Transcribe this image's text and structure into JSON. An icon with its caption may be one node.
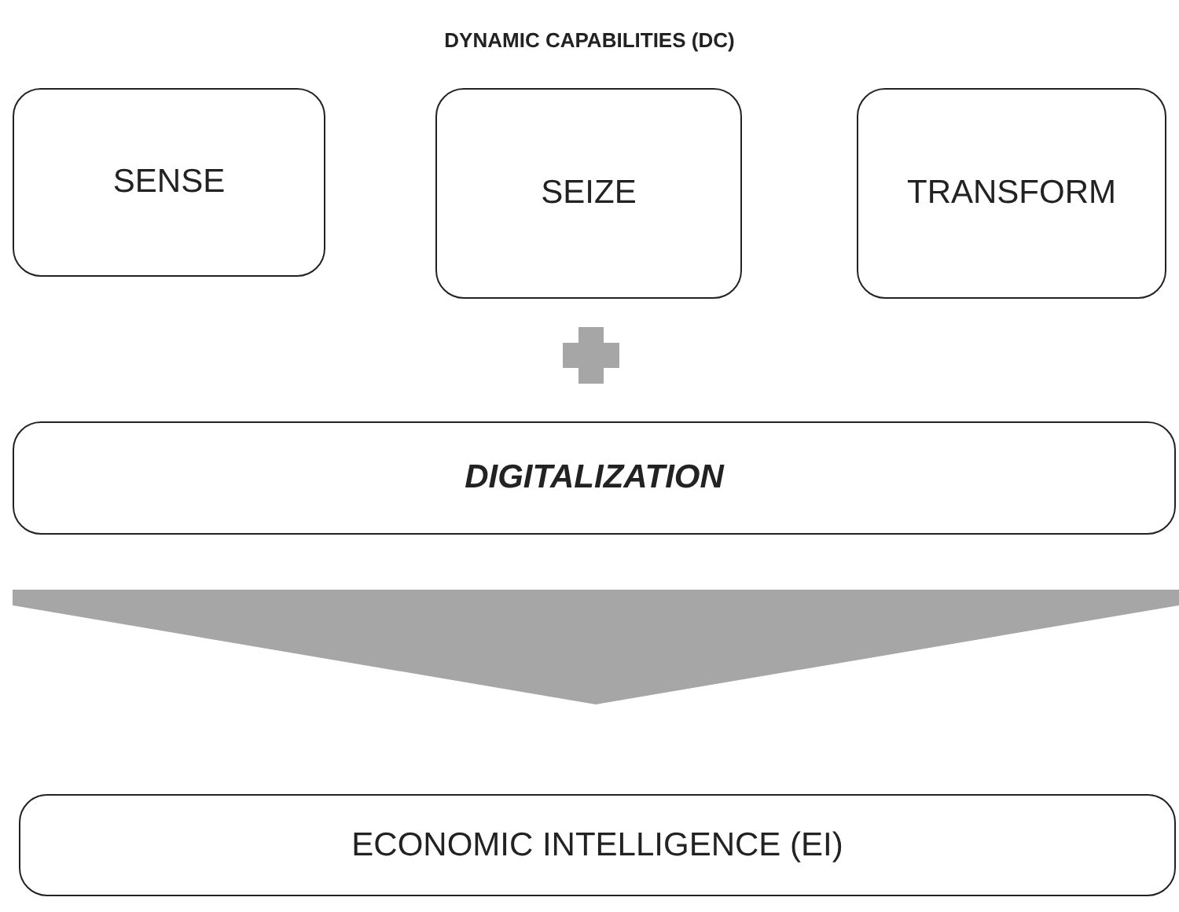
{
  "diagram": {
    "title": "DYNAMIC CAPABILITIES (DC)",
    "nodes": [
      {
        "text": [
          "SENSE"
        ]
      },
      {
        "text": [
          "SEIZE"
        ]
      },
      {
        "text": [
          "TRANSFORM"
        ]
      },
      {
        "text": [
          "DIGITALIZATION"
        ]
      },
      {
        "text": [
          "ECONOMIC INTELLIGENCE (EI)"
        ]
      }
    ],
    "edges": [
      {
        "from": 3,
        "to": 4,
        "arrow": "to"
      }
    ]
  }
}
